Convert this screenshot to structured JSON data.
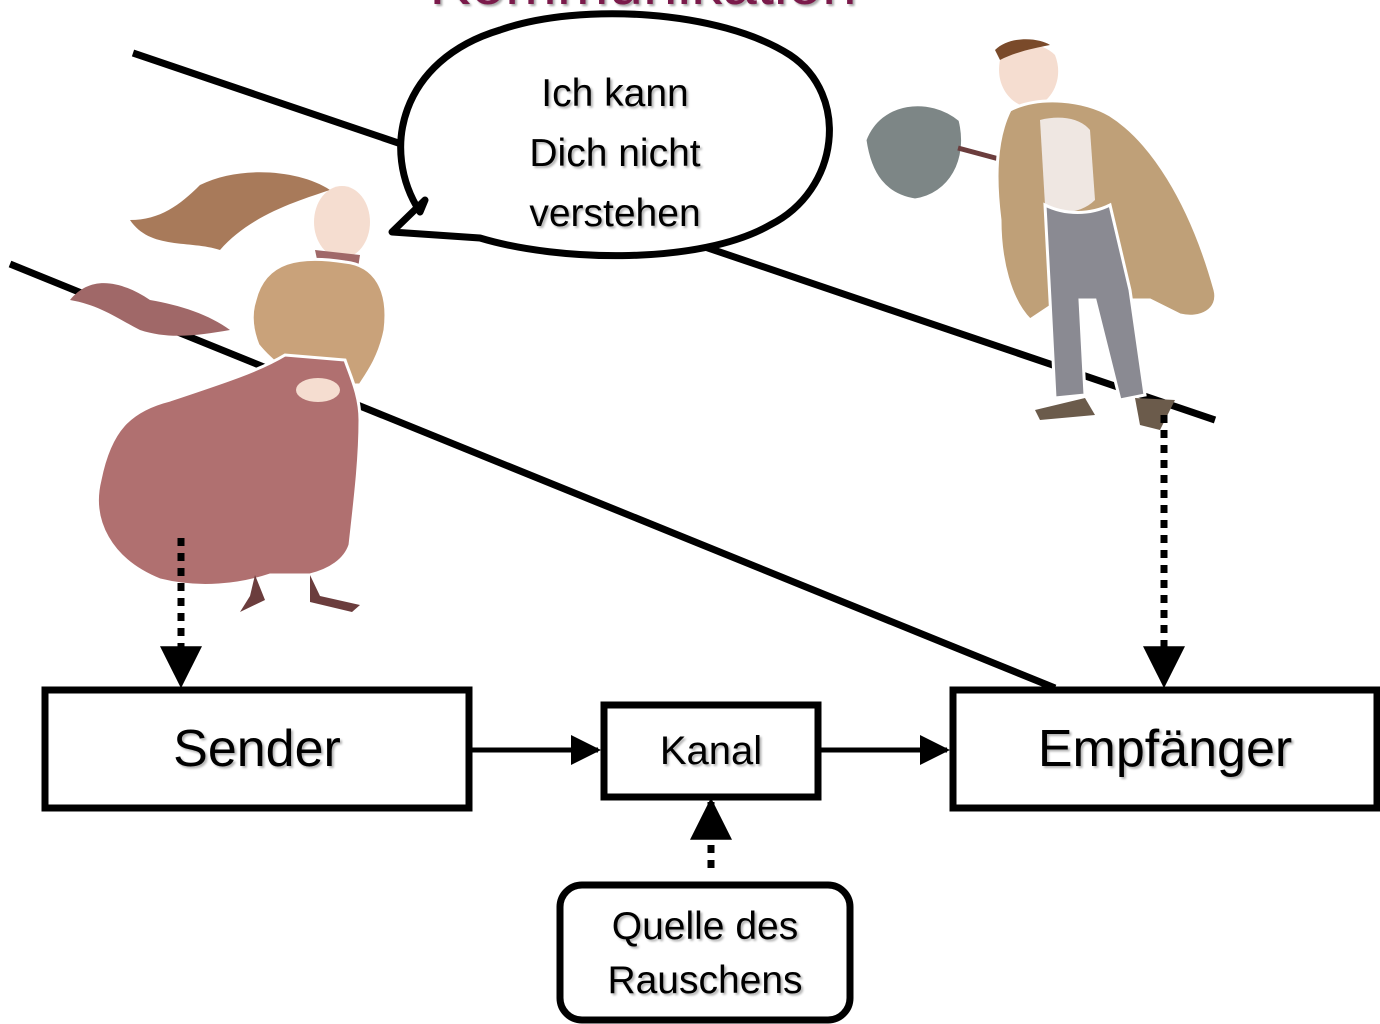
{
  "slide": {
    "title": "Kommunikation"
  },
  "speech_bubble": {
    "text": "Ich kann\nDich nicht\nverstehen"
  },
  "diagram": {
    "sender": "Sender",
    "channel": "Kanal",
    "receiver": "Empfänger",
    "noise_source": "Quelle des\nRauschens"
  },
  "figures": {
    "left": "woman-in-wind",
    "right": "man-with-umbrella"
  },
  "colors": {
    "title": "#7a1a4a",
    "skirt": "#b07070",
    "sweater": "#c9a27a",
    "hair": "#a87a5a",
    "coat": "#bfa078",
    "trousers": "#8a8a92",
    "umbrella": "#7d8686",
    "skin": "#f5ddd0"
  }
}
